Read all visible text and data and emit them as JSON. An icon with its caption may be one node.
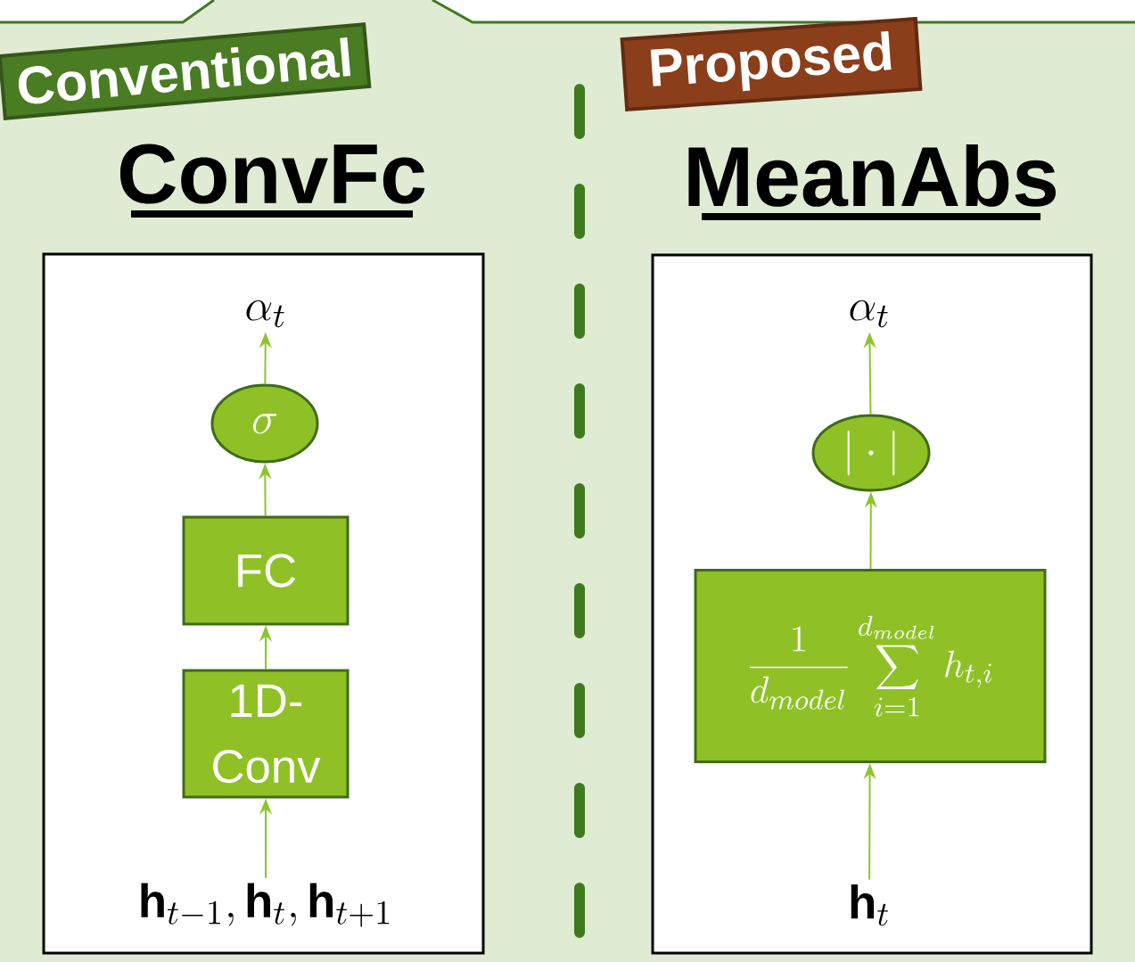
{
  "diagram": {
    "nodes": [
      {
        "text": [
          "Conventional"
        ]
      },
      {
        "text": [],
        "shape": "box"
      },
      {
        "text": [
          "\\alpha_t"
        ],
        "in": 1
      },
      {
        "text": [
          "\\sigma"
        ],
        "in": 1
      },
      {
        "text": [
          "FC"
        ],
        "in": 1
      },
      {
        "text": [
          "1D-Conv"
        ],
        "in": 1
      },
      {
        "text": [
          "\\mathbf{h}_{t-1},\\mathbf{h}_t,\\mathbf{h}_{t+1}"
        ],
        "in": 1
      },
      {
        "text": [
          "Proposed"
        ]
      },
      {
        "text": [],
        "shape": "box"
      },
      {
        "text": [
          "\\alpha_t"
        ],
        "in": 8
      },
      {
        "text": [
          "|\\cdot|"
        ],
        "in": 8
      },
      {
        "text": [
          "\\frac{1}{d_{model}}\\sum_{i=1}^{d_{model}}h_{t,i}"
        ],
        "in": 8
      },
      {
        "text": [
          "\\mathbf{h}_t"
        ],
        "in": 8
      }
    ],
    "edges": [
      {
        "from": 6,
        "to": 5,
        "arrow": "to"
      },
      {
        "from": 5,
        "to": 4,
        "arrow": "to"
      },
      {
        "from": 4,
        "to": 3,
        "arrow": "to"
      },
      {
        "from": 3,
        "to": 2,
        "arrow": "to"
      },
      {
        "from": 12,
        "to": 11,
        "arrow": "to"
      },
      {
        "from": 11,
        "to": 10,
        "arrow": "to"
      },
      {
        "from": 10,
        "to": 9,
        "arrow": "to"
      }
    ],
    "labels": [
      "ConvFc",
      "MeanAbs"
    ]
  }
}
